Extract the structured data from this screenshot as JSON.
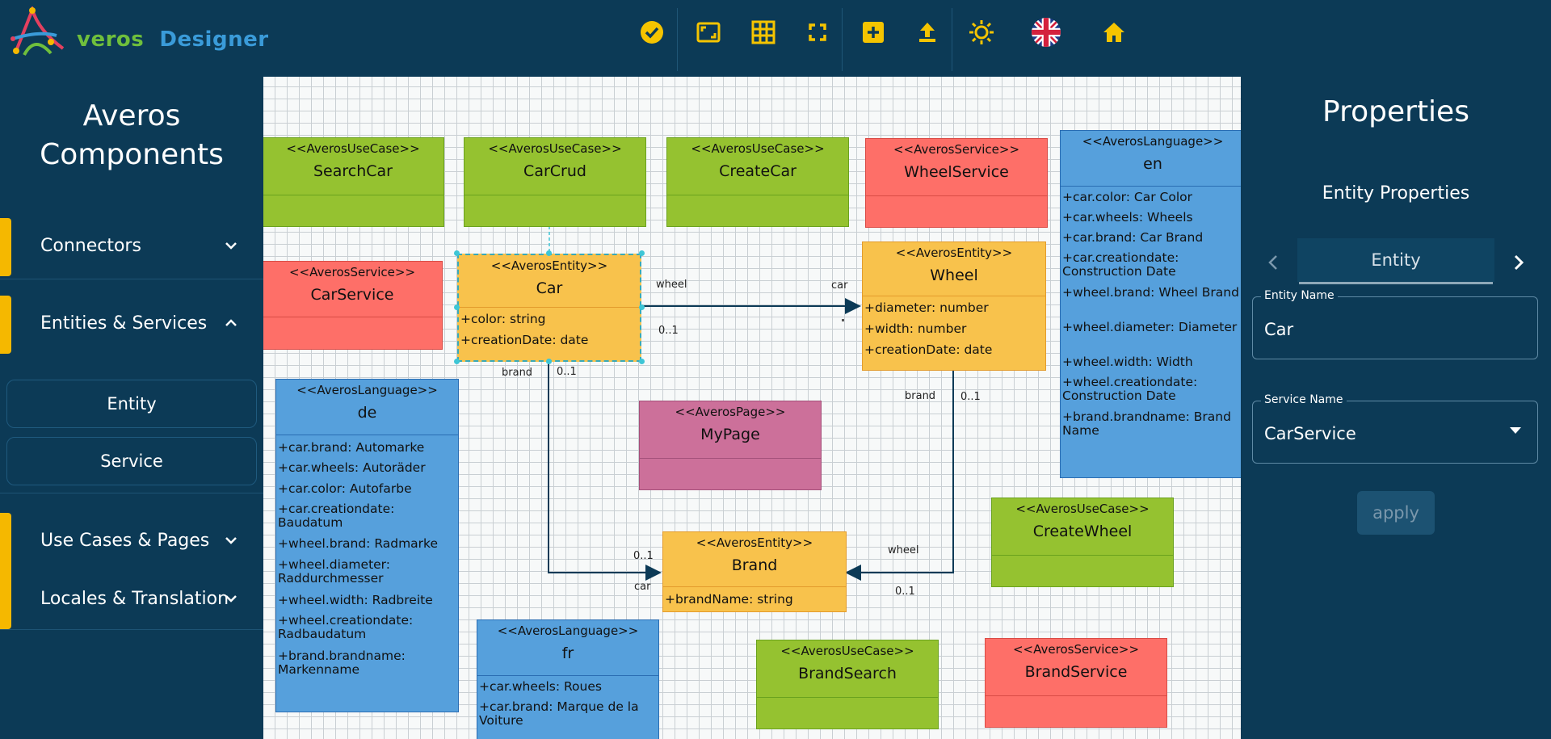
{
  "app": {
    "logo_first": "veros",
    "logo_second": "Designer",
    "logo_mark": "A"
  },
  "toolbar": [
    {
      "name": "validate-icon",
      "tooltip": ""
    },
    {
      "name": "fit-icon",
      "tooltip": ""
    },
    {
      "name": "grid-icon",
      "tooltip": ""
    },
    {
      "name": "fullscreen-icon",
      "tooltip": ""
    },
    {
      "name": "add-icon",
      "tooltip": ""
    },
    {
      "name": "upload-icon",
      "tooltip": ""
    },
    {
      "name": "theme-icon",
      "tooltip": ""
    },
    {
      "name": "language-flag-icon",
      "tooltip": ""
    },
    {
      "name": "home-icon",
      "tooltip": ""
    }
  ],
  "left_panel": {
    "title_line1": "Averos",
    "title_line2": "Components",
    "sections": [
      {
        "label": "Connectors",
        "expanded": false
      },
      {
        "label": "Entities & Services",
        "expanded": true
      },
      {
        "label": "Use Cases & Pages",
        "expanded": false
      },
      {
        "label": "Locales & Translation",
        "expanded": false
      }
    ],
    "entity_items": [
      "Entity",
      "Service"
    ]
  },
  "diagram": {
    "nodes": {
      "searchcar": {
        "stereotype": "<<AverosUseCase>>",
        "name": "SearchCar"
      },
      "carcrud": {
        "stereotype": "<<AverosUseCase>>",
        "name": "CarCrud"
      },
      "createcar": {
        "stereotype": "<<AverosUseCase>>",
        "name": "CreateCar"
      },
      "wheelservice": {
        "stereotype": "<<AverosService>>",
        "name": "WheelService"
      },
      "carservice": {
        "stereotype": "<<AverosService>>",
        "name": "CarService"
      },
      "car": {
        "stereotype": "<<AverosEntity>>",
        "name": "Car",
        "attrs": [
          "+color: string",
          "+creationDate: date"
        ]
      },
      "wheel": {
        "stereotype": "<<AverosEntity>>",
        "name": "Wheel",
        "attrs": [
          "+diameter: number",
          "+width: number",
          "+creationDate: date"
        ]
      },
      "en": {
        "stereotype": "<<AverosLanguage>>",
        "name": "en",
        "attrs": [
          "+car.color: Car Color",
          "+car.wheels: Wheels",
          "+car.brand: Car Brand",
          "+car.creationdate: Construction Date",
          "+wheel.brand: Wheel Brand",
          "+wheel.diameter: Diameter",
          "+wheel.width: Width",
          "+wheel.creationdate: Construction Date",
          "+brand.brandname: Brand Name"
        ]
      },
      "de": {
        "stereotype": "<<AverosLanguage>>",
        "name": "de",
        "attrs": [
          "+car.brand: Automarke",
          "+car.wheels: Autoräder",
          "+car.color: Autofarbe",
          "+car.creationdate: Baudatum",
          "+wheel.brand: Radmarke",
          "+wheel.diameter: Raddurchmesser",
          "+wheel.width: Radbreite",
          "+wheel.creationdate: Radbaudatum",
          "+brand.brandname: Markenname"
        ]
      },
      "mypage": {
        "stereotype": "<<AverosPage>>",
        "name": "MyPage"
      },
      "brand": {
        "stereotype": "<<AverosEntity>>",
        "name": "Brand",
        "attrs": [
          "+brandName: string"
        ]
      },
      "createwheel": {
        "stereotype": "<<AverosUseCase>>",
        "name": "CreateWheel"
      },
      "fr": {
        "stereotype": "<<AverosLanguage>>",
        "name": "fr",
        "attrs": [
          "+car.wheels: Roues",
          "+car.brand: Marque de la Voiture"
        ]
      },
      "brandsearch": {
        "stereotype": "<<AverosUseCase>>",
        "name": "BrandSearch"
      },
      "brandservice": {
        "stereotype": "<<AverosService>>",
        "name": "BrandService"
      }
    },
    "edge_labels": {
      "car_wheel_src": "wheel",
      "car_wheel_src_mult": "0..1",
      "car_wheel_dst": "car",
      "car_brand_src": "brand",
      "car_brand_src_mult": "0..1",
      "car_brand_dst_mult": "0..1",
      "car_brand_dst": "car",
      "wheel_brand_src": "brand",
      "wheel_brand_src_mult": "0..1",
      "wheel_brand_dst": "wheel",
      "wheel_brand_dst_mult": "0..1"
    }
  },
  "right_panel": {
    "title": "Properties",
    "subtitle": "Entity Properties",
    "tab": "Entity",
    "fields": {
      "entity_name": {
        "label": "Entity Name",
        "value": "Car"
      },
      "service_name": {
        "label": "Service Name",
        "value": "CarService"
      }
    },
    "apply_label": "apply"
  }
}
